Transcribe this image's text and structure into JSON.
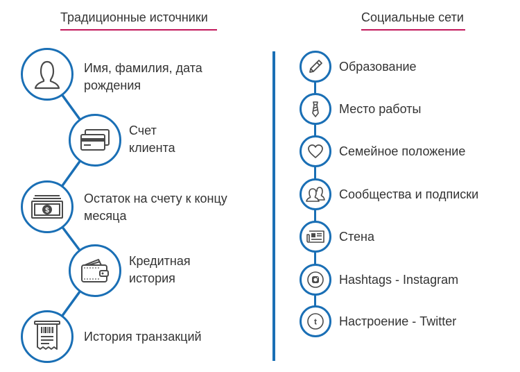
{
  "colors": {
    "accent_blue": "#1a6fb5",
    "underline_pink": "#c2185b",
    "icon_gray": "#4a4a4a",
    "text": "#333333"
  },
  "traditional": {
    "title": "Традиционные источники",
    "items": [
      {
        "label": "Имя, фамилия, дата рождения",
        "icon": "person-silhouette-icon"
      },
      {
        "label": "Счет клиента",
        "icon": "credit-cards-icon"
      },
      {
        "label": "Остаток на счету к концу месяца",
        "icon": "money-stack-icon"
      },
      {
        "label": "Кредитная история",
        "icon": "wallet-icon"
      },
      {
        "label": "История транзакций",
        "icon": "receipt-icon"
      }
    ]
  },
  "social": {
    "title": "Социальные сети",
    "items": [
      {
        "label": "Образование",
        "icon": "pencil-icon"
      },
      {
        "label": "Место работы",
        "icon": "necktie-icon"
      },
      {
        "label": "Семейное положение",
        "icon": "heart-icon"
      },
      {
        "label": "Сообщества и подписки",
        "icon": "people-icon"
      },
      {
        "label": "Стена",
        "icon": "newspaper-icon"
      },
      {
        "label": "Hashtags - Instagram",
        "icon": "instagram-icon"
      },
      {
        "label": "Настроение - Twitter",
        "icon": "tumblr-t-icon"
      }
    ]
  }
}
